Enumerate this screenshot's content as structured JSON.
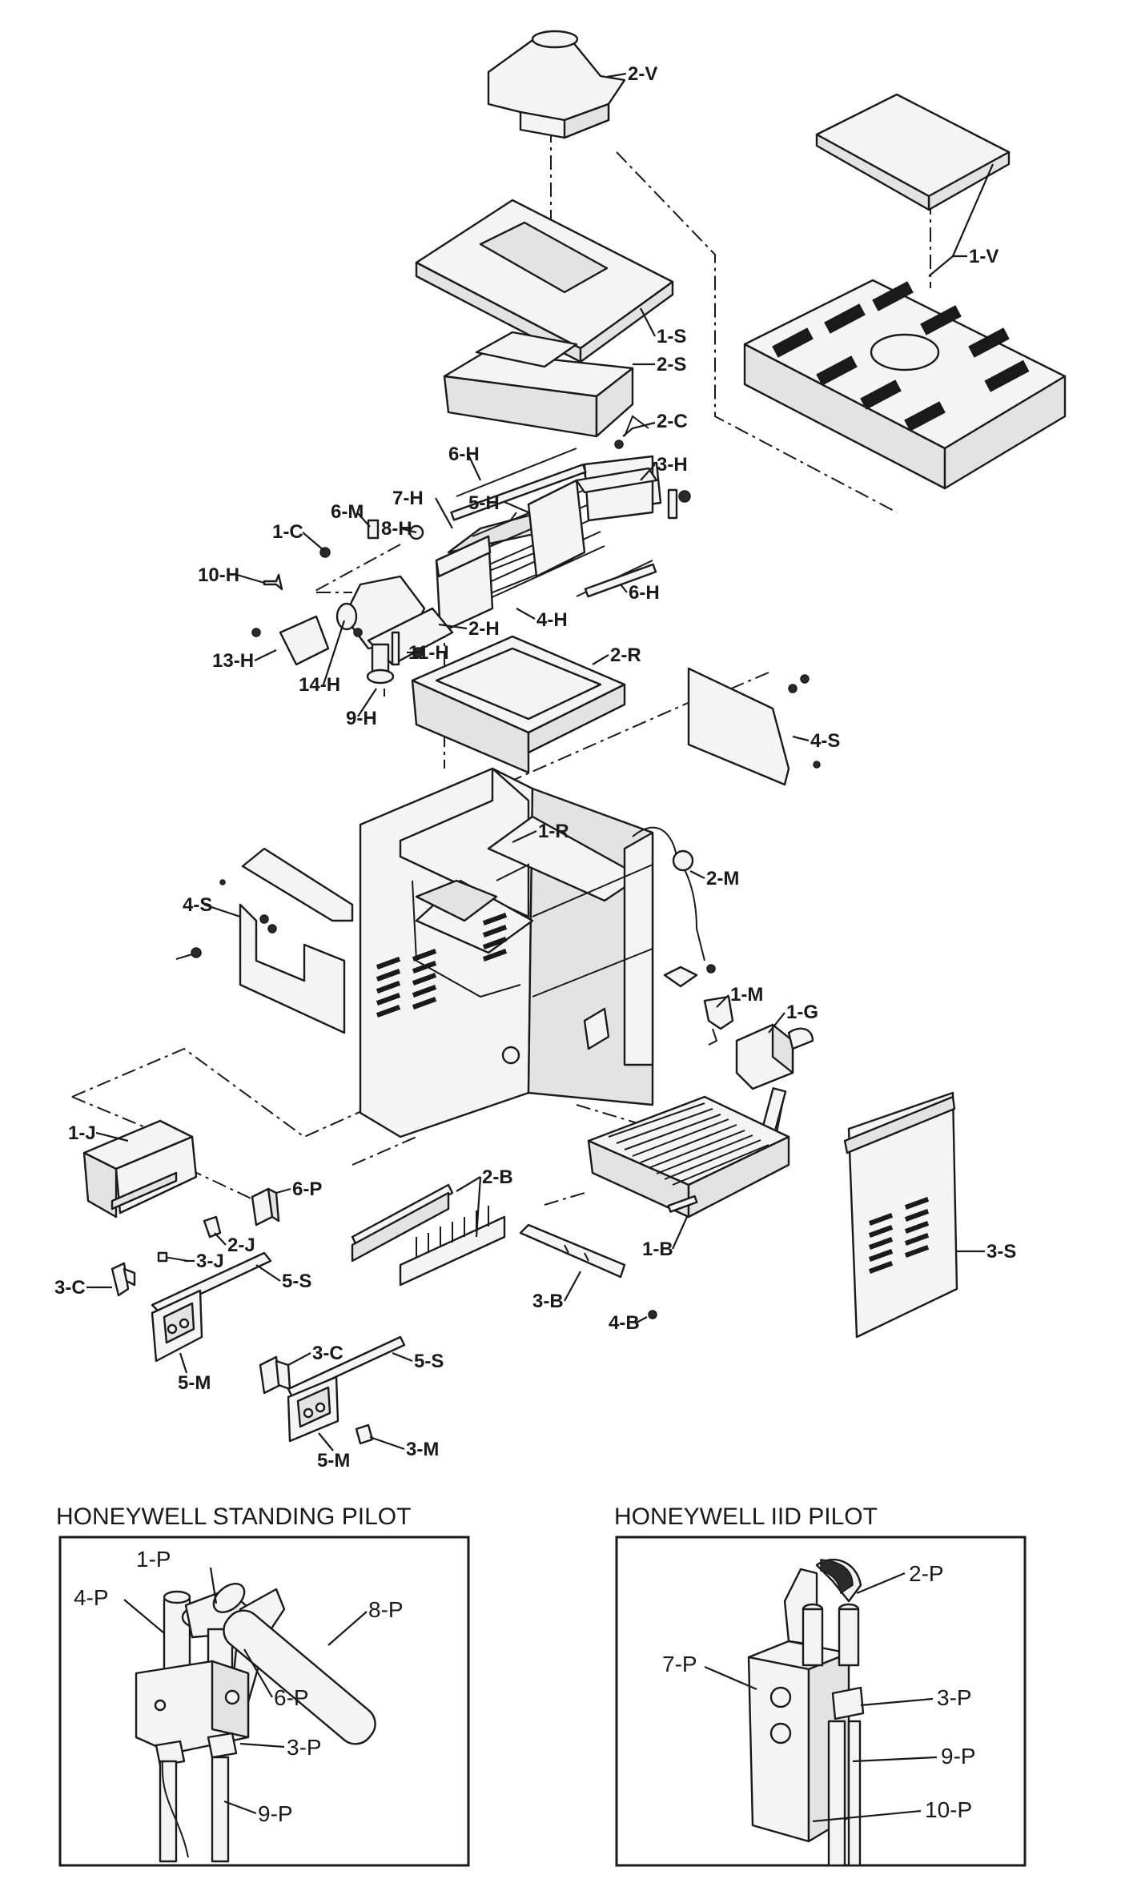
{
  "colors": {
    "ink": "#1a1a1a",
    "paper": "#ffffff",
    "part_fill": "#f4f4f4"
  },
  "labels": {
    "p2V": "2-V",
    "p1V": "1-V",
    "p1S": "1-S",
    "p2S": "2-S",
    "p2C": "2-C",
    "p6H_top": "6-H",
    "p3H": "3-H",
    "p7H": "7-H",
    "p5H": "5-H",
    "p6M": "6-M",
    "p8H": "8-H",
    "p1C": "1-C",
    "p10H": "10-H",
    "p6H_bottom": "6-H",
    "p4H": "4-H",
    "p2H": "2-H",
    "p13H": "13-H",
    "p11H": "11-H",
    "p14H": "14-H",
    "p9H": "9-H",
    "p2R": "2-R",
    "p4S_right": "4-S",
    "p1R": "1-R",
    "p2M": "2-M",
    "p4S_left": "4-S",
    "p1M": "1-M",
    "p1G": "1-G",
    "p1J": "1-J",
    "p6P": "6-P",
    "p2B": "2-B",
    "p2J": "2-J",
    "p3J": "3-J",
    "p1B": "1-B",
    "p3S": "3-S",
    "p3C_left": "3-C",
    "p5S_left": "5-S",
    "p3B": "3-B",
    "p3C_right": "3-C",
    "p5S_right": "5-S",
    "p4B": "4-B",
    "p5M_left": "5-M",
    "p3M": "3-M",
    "p5M_right": "5-M"
  },
  "standing_pilot": {
    "title": "HONEYWELL STANDING PILOT",
    "labels": {
      "p1P": "1-P",
      "p4P": "4-P",
      "p8P": "8-P",
      "p6P": "6-P",
      "p3P": "3-P",
      "p9P": "9-P"
    }
  },
  "iid_pilot": {
    "title": "HONEYWELL IID PILOT",
    "labels": {
      "p2P": "2-P",
      "p7P": "7-P",
      "p3P": "3-P",
      "p9P": "9-P",
      "p10P": "10-P"
    }
  }
}
